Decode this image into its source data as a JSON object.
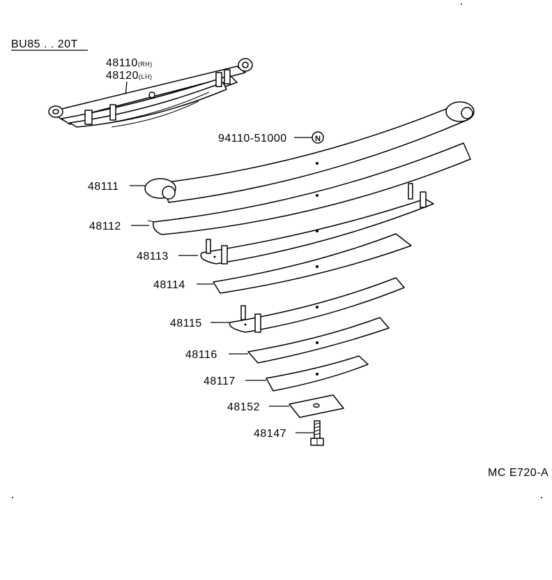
{
  "diagram": {
    "model_code": "BU85 . . 20T",
    "assembly": {
      "part_no": "48110",
      "side_a": "(RH)",
      "part_no_2": "48120",
      "side_b": "(LH)"
    },
    "nut": {
      "part_no": "94110-51000",
      "symbol": "N"
    },
    "parts": [
      {
        "id": "48111"
      },
      {
        "id": "48112"
      },
      {
        "id": "48113"
      },
      {
        "id": "48114"
      },
      {
        "id": "48115"
      },
      {
        "id": "48116"
      },
      {
        "id": "48117"
      },
      {
        "id": "48152"
      },
      {
        "id": "48147"
      }
    ],
    "figure_code": "MC E720-A"
  }
}
